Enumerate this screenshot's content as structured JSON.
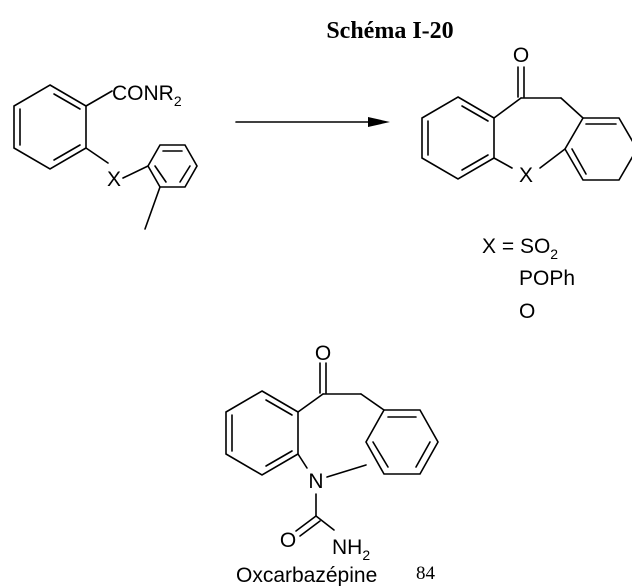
{
  "title": "Schéma I-20",
  "starting_material": {
    "substituent": "CONR",
    "substituent_subscript": "2",
    "linker": "X"
  },
  "product": {
    "carbonyl": "O",
    "bridge": "X"
  },
  "x_definition": {
    "lhs": "X = SO",
    "lhs_subscript": "2",
    "options": [
      "POPh",
      "O"
    ]
  },
  "oxcarbazepine": {
    "carbonyl": "O",
    "nitrogen": "N",
    "amide_oxygen": "O",
    "amine": "NH",
    "amine_subscript": "2",
    "name": "Oxcarbazépine"
  },
  "page_number": "84"
}
